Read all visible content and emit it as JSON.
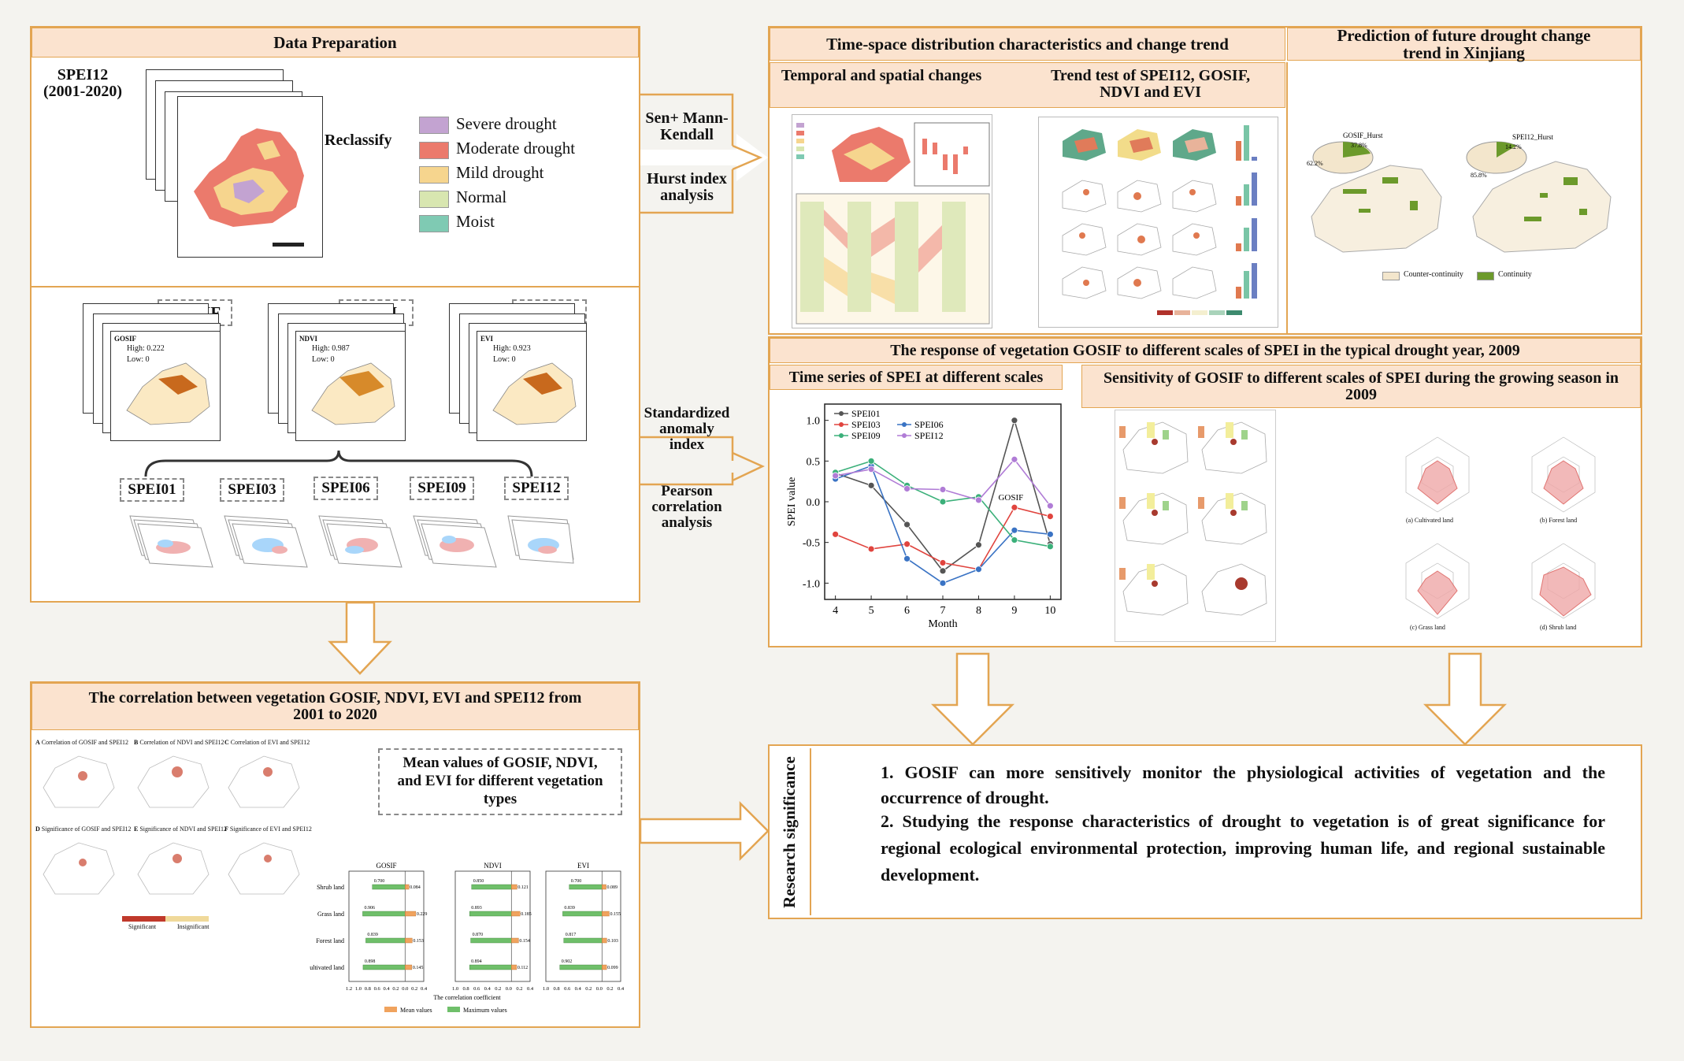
{
  "data_prep": {
    "title": "Data Preparation",
    "spei12_label": "SPEI12\n(2001-2020)",
    "reclassify": "Reclassify",
    "legend": [
      {
        "label": "Severe drought",
        "color": "#c3a3d1"
      },
      {
        "label": "Moderate drought",
        "color": "#eb7a6c"
      },
      {
        "label": "Mild drought",
        "color": "#f6d58e"
      },
      {
        "label": "Normal",
        "color": "#d8e6b0"
      },
      {
        "label": "Moist",
        "color": "#7fcab3"
      }
    ],
    "indices": [
      "GOSIF",
      "NDVI",
      "EVI"
    ],
    "spei_scales": [
      "SPEI01",
      "SPEI03",
      "SPEI06",
      "SPEI09",
      "SPEI12"
    ],
    "gosif_legend": {
      "name": "GOSIF",
      "high": "High: 0.222",
      "low": "Low: 0"
    },
    "ndvi_legend": {
      "name": "NDVI",
      "high": "High: 0.987",
      "low": "Low: 0"
    },
    "evi_legend": {
      "name": "EVI",
      "high": "High: 0.923",
      "low": "Low: 0"
    }
  },
  "methods": {
    "sen": "Sen+ Mann-\nKendall",
    "hurst": "Hurst index\nanalysis",
    "std": "Standardized\nanomaly\nindex",
    "pearson": "Pearson\ncorrelation\nanalysis"
  },
  "timespace": {
    "title": "Time-space distribution characteristics and change trend",
    "sub1": "Temporal and spatial changes",
    "sub2": "Trend test of SPEI12, GOSIF,\nNDVI and EVI"
  },
  "prediction": {
    "title": "Prediction of future drought change\ntrend in Xinjiang",
    "legend": [
      {
        "label": "Counter-continuity",
        "color": "#f3e6cc"
      },
      {
        "label": "Continuity",
        "color": "#6c9a2b"
      }
    ],
    "a_title": "GOSIF_Hurst",
    "b_title": "SPEI12_Hurst",
    "a_pcts": [
      "37.8%",
      "62.2%"
    ],
    "b_pcts": [
      "14.2%",
      "85.8%"
    ]
  },
  "response": {
    "title": "The response of vegetation GOSIF to different scales of SPEI in the typical drought year, 2009",
    "sub1": "Time series of SPEI at different scales",
    "sub2": "Sensitivity of GOSIF to different scales of SPEI during the growing season in\n2009",
    "radar_labels": [
      "(a) Cultivated land",
      "(b) Forest land",
      "(c) Grass land",
      "(d) Shrub land"
    ]
  },
  "chart_data": {
    "type": "line",
    "xlabel": "Month",
    "ylabel": "SPEI value",
    "x": [
      4,
      5,
      6,
      7,
      8,
      9,
      10
    ],
    "ylim": [
      -1.2,
      1.2
    ],
    "yticks": [
      1.0,
      0.5,
      0.0,
      -0.5,
      -1.0
    ],
    "annotation": "GOSIF",
    "series": [
      {
        "name": "SPEI01",
        "color": "#555555",
        "values": [
          0.35,
          0.2,
          -0.28,
          -0.85,
          -0.53,
          1.0,
          -0.52
        ]
      },
      {
        "name": "SPEI03",
        "color": "#e0443e",
        "values": [
          -0.4,
          -0.58,
          -0.52,
          -0.75,
          -0.83,
          -0.07,
          -0.18
        ]
      },
      {
        "name": "SPEI06",
        "color": "#3a73c4",
        "values": [
          0.28,
          0.44,
          -0.7,
          -1.0,
          -0.83,
          -0.35,
          -0.4
        ]
      },
      {
        "name": "SPEI09",
        "color": "#3bb07a",
        "values": [
          0.36,
          0.5,
          0.2,
          0.0,
          0.06,
          -0.47,
          -0.55
        ]
      },
      {
        "name": "SPEI12",
        "color": "#b07cd6",
        "values": [
          0.32,
          0.4,
          0.16,
          0.15,
          0.02,
          0.52,
          -0.05
        ]
      }
    ]
  },
  "correlation": {
    "title": "The correlation between vegetation GOSIF, NDVI, EVI and SPEI12 from\n2001 to 2020",
    "maps": [
      "Correlation of GOSIF and SPEI12",
      "Correlation of NDVI and SPEI12",
      "Correlation of EVI and SPEI12",
      "Significance of GOSIF and SPEI12",
      "Significance of NDVI and SPEI12",
      "Significance of EVI and SPEI12"
    ],
    "map_letters": [
      "A",
      "B",
      "C",
      "D",
      "E",
      "F"
    ],
    "sig_legend": [
      "Significant",
      "Insignificant"
    ],
    "mean_box": "Mean values of GOSIF, NDVI,\nand EVI for different vegetation\ntypes",
    "bar_titles": [
      "GOSIF",
      "NDVI",
      "EVI"
    ],
    "land_types": [
      "Shrub land",
      "Grass land",
      "Forest land",
      "Cultivated land"
    ],
    "xaxis_title": "The correlation coefficient",
    "legend": [
      "Mean values",
      "Maximum values"
    ],
    "ticks_left": [
      "1.2",
      "1.0",
      "0.8",
      "0.6",
      "0.4",
      "0.2",
      "0.0",
      "0.2",
      "0.4"
    ],
    "ticks_right": [
      "1.0",
      "0.8",
      "0.6",
      "0.4",
      "0.2",
      "0.0",
      "0.2",
      "0.4"
    ],
    "bars": {
      "GOSIF": {
        "max": [
          0.7,
          0.906,
          0.839,
          0.898
        ],
        "mean": [
          0.084,
          0.229,
          0.153,
          0.145
        ]
      },
      "NDVI": {
        "max": [
          0.85,
          0.893,
          0.87,
          0.894
        ],
        "mean": [
          0.121,
          0.185,
          0.154,
          0.112
        ]
      },
      "EVI": {
        "max": [
          0.7,
          0.839,
          0.817,
          0.902
        ],
        "mean": [
          0.089,
          0.155,
          0.103,
          0.099
        ]
      }
    }
  },
  "research": {
    "label": "Research significance",
    "p1": "1. GOSIF can more sensitively monitor the physiological activities of vegetation and the occurrence of drought.",
    "p2": "2. Studying the response characteristics of drought to vegetation is of great significance for regional ecological environmental protection, improving human life, and regional sustainable development."
  }
}
